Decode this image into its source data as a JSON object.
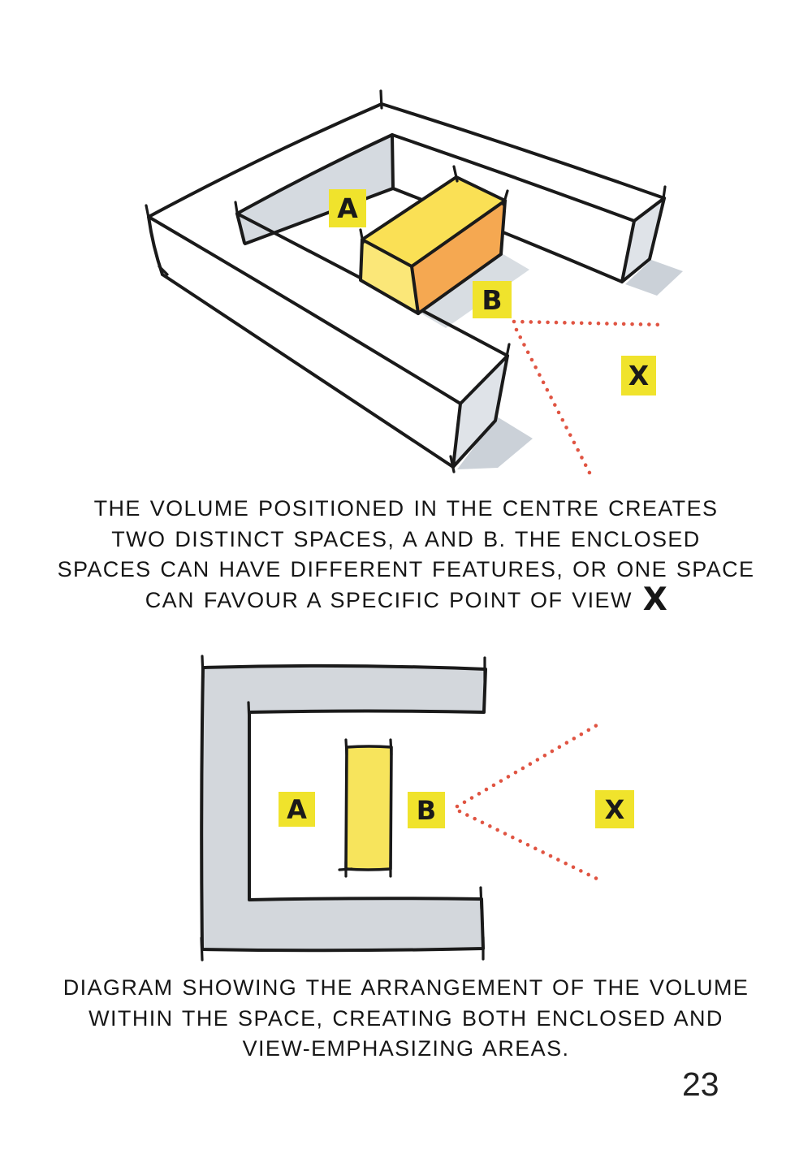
{
  "page": {
    "number": "23"
  },
  "figure_3d": {
    "labels": {
      "space_a": "A",
      "space_b": "B",
      "viewpoint": "X"
    }
  },
  "figure_plan": {
    "labels": {
      "space_a": "A",
      "space_b": "B",
      "viewpoint": "X"
    }
  },
  "captions": {
    "middle": {
      "lines": [
        "THE VOLUME POSITIONED IN THE CENTRE CREATES",
        "TWO DISTINCT SPACES, A AND B. THE ENCLOSED",
        "SPACES CAN HAVE DIFFERENT FEATURES, OR ONE SPACE",
        "CAN FAVOUR A SPECIFIC POINT OF VIEW"
      ],
      "x_marker": "X"
    },
    "bottom": {
      "lines": [
        "DIAGRAM SHOWING THE ARRANGEMENT OF THE VOLUME",
        "WITHIN THE SPACE, CREATING BOTH ENCLOSED AND",
        "VIEW-EMPHASIZING AREAS."
      ]
    }
  },
  "colors": {
    "label_yellow": "#F0E32C",
    "box_top_yellow": "#FAE055",
    "box_side_yellow": "#FBE778",
    "box_front_orange": "#F5A851",
    "inner_wall_gray": "#D5DAE0",
    "end_cap_gray": "#DFE3E8",
    "shadow_gray": "#CBD1D8",
    "plan_wall_gray": "#D3D7DC",
    "plan_volume_yellow": "#F7E45C",
    "sightline_red": "#E05442",
    "ink": "#1A1A1A"
  }
}
